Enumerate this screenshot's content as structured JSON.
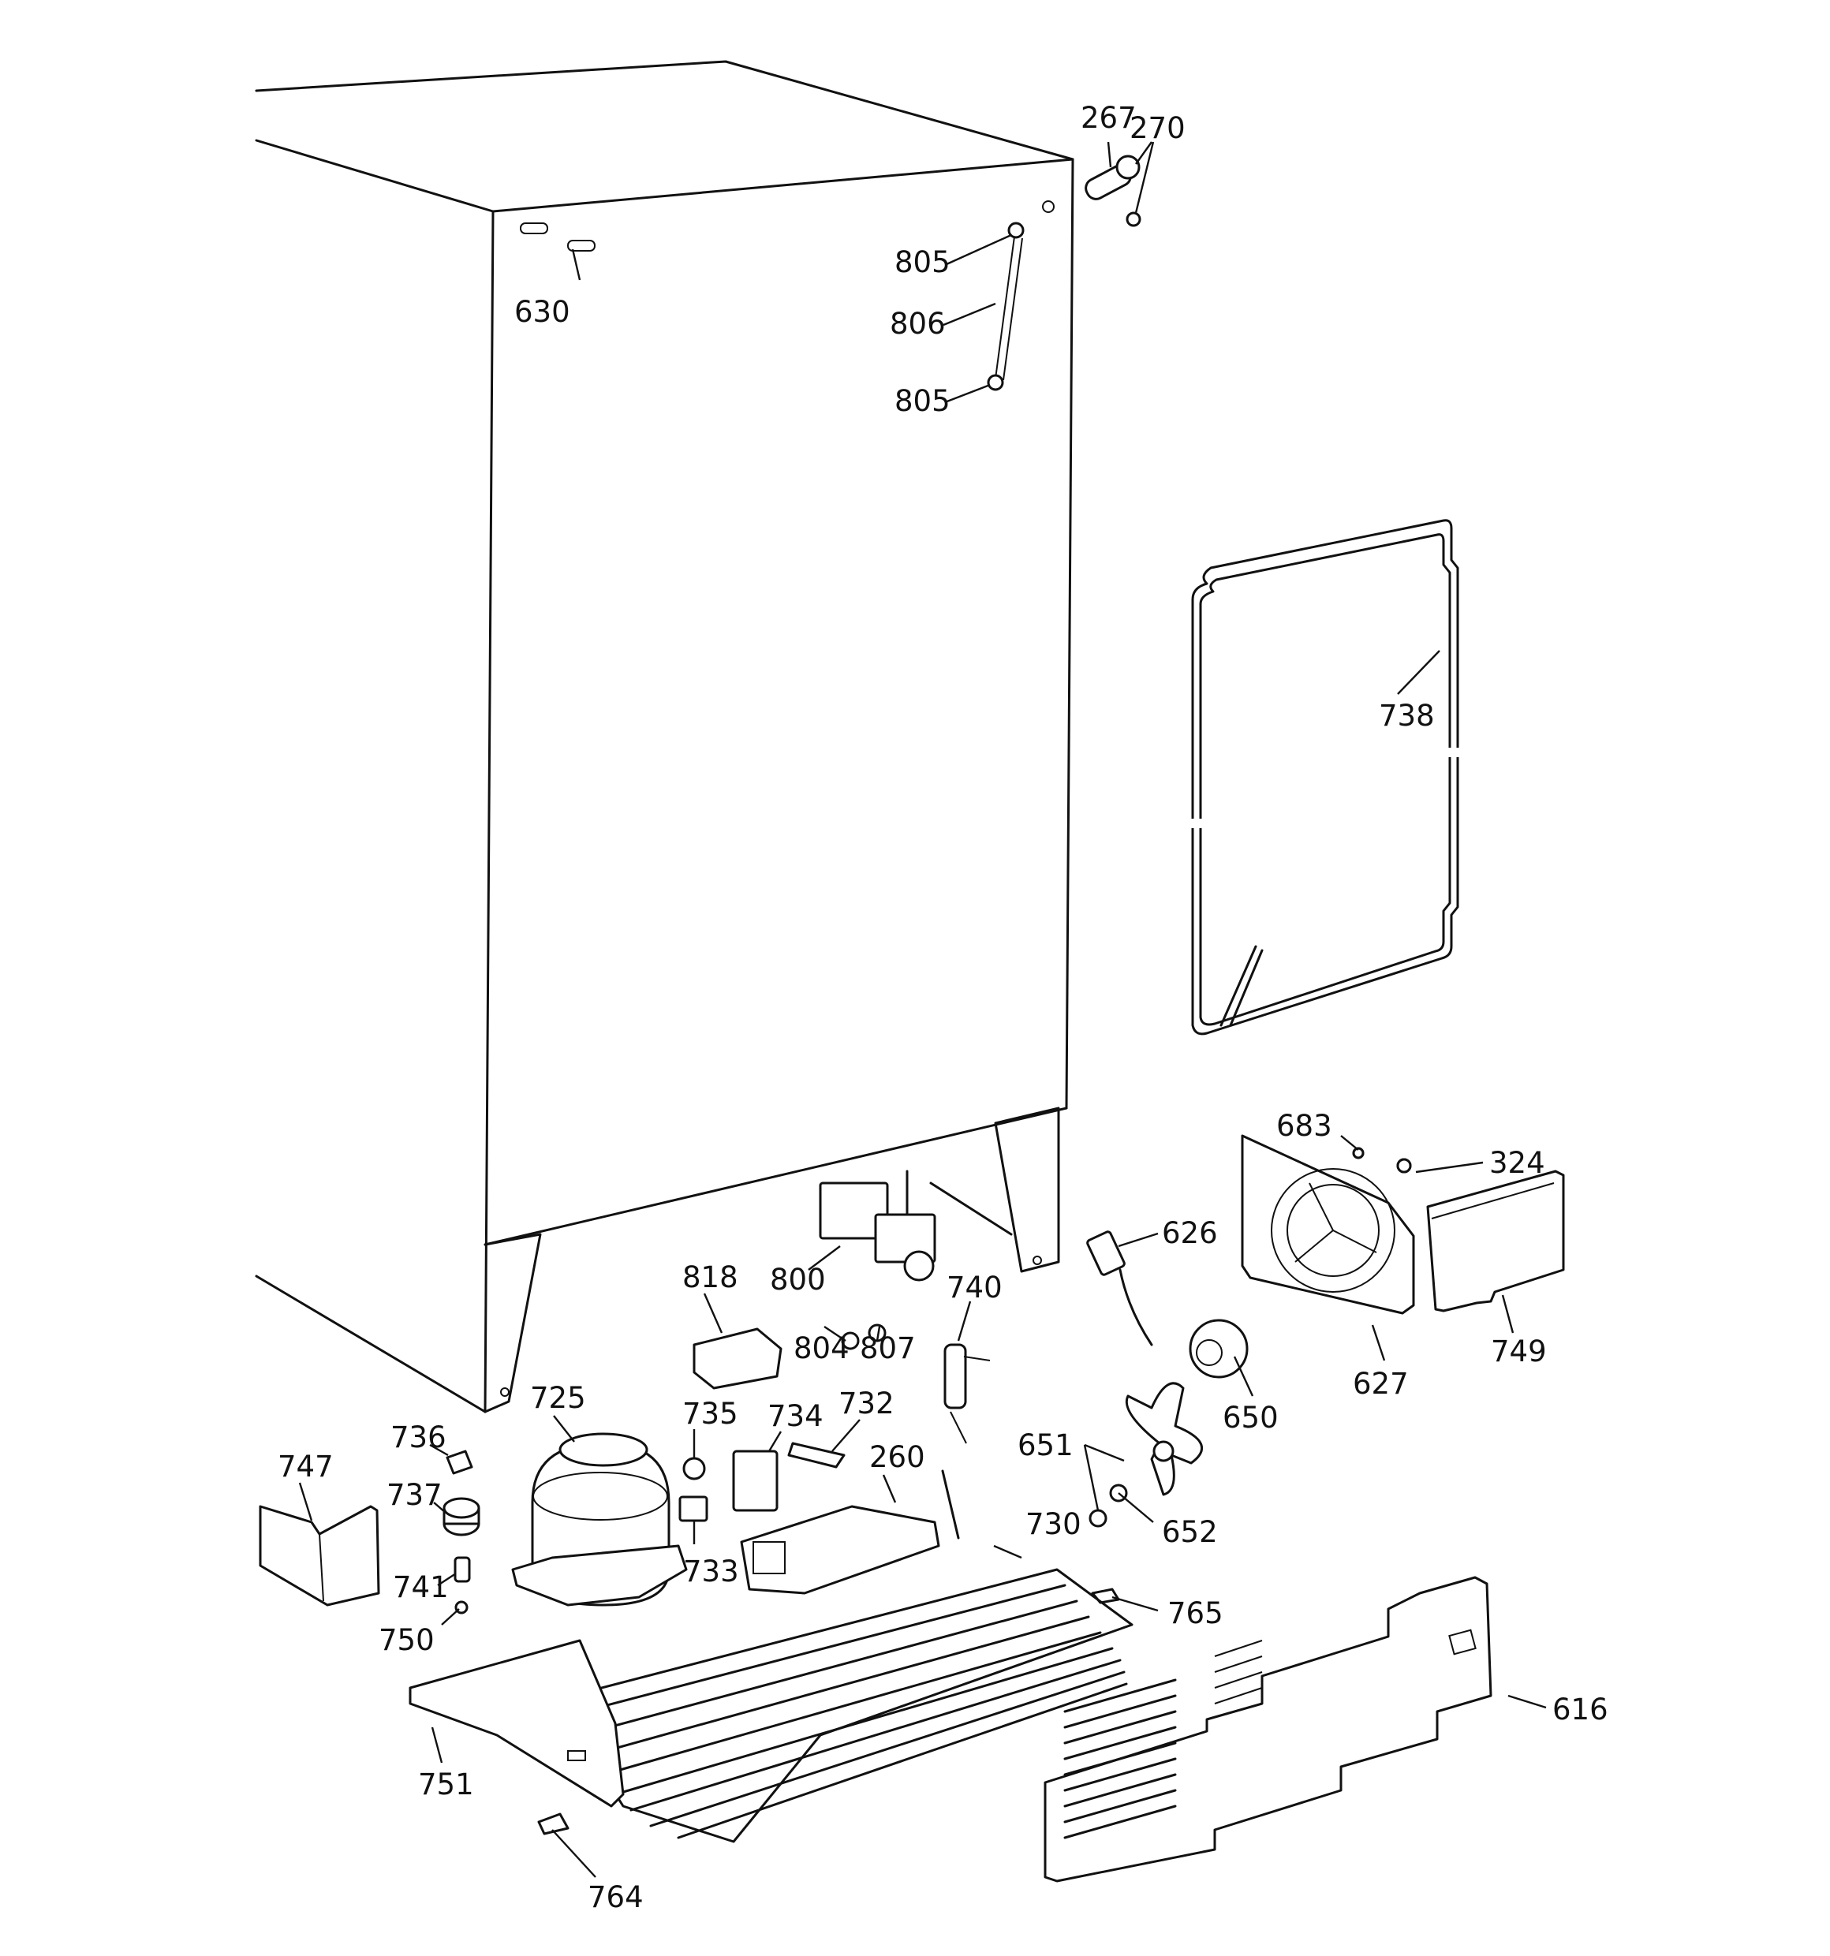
{
  "parts": {
    "p267": "267",
    "p270": "270",
    "p630": "630",
    "p805a": "805",
    "p806": "806",
    "p805b": "805",
    "p738": "738",
    "p683": "683",
    "p324": "324",
    "p626": "626",
    "p627": "627",
    "p749": "749",
    "p650": "650",
    "p651": "651",
    "p652": "652",
    "p765": "765",
    "p616": "616",
    "p730": "730",
    "p260": "260",
    "p800": "800",
    "p804": "804",
    "p807": "807",
    "p818": "818",
    "p740": "740",
    "p735": "735",
    "p734": "734",
    "p732": "732",
    "p733": "733",
    "p725": "725",
    "p736": "736",
    "p737": "737",
    "p741": "741",
    "p750": "750",
    "p747": "747",
    "p751": "751",
    "p764": "764"
  }
}
